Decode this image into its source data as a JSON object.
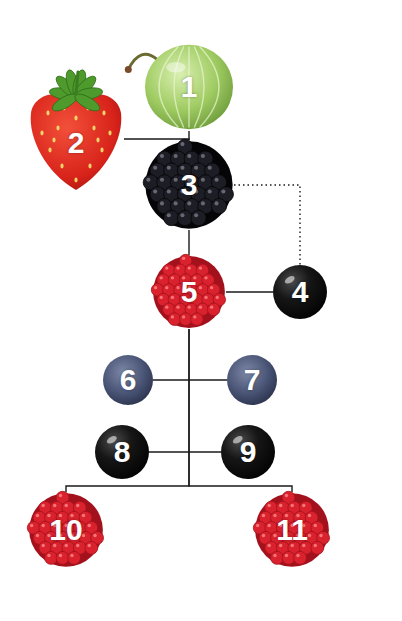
{
  "diagram": {
    "nodes": [
      {
        "text": [
          "1"
        ]
      },
      {
        "text": [
          "2"
        ]
      },
      {
        "text": [
          "3"
        ]
      },
      {
        "text": [
          "4"
        ]
      },
      {
        "text": [
          "5"
        ]
      },
      {
        "text": [
          "6"
        ]
      },
      {
        "text": [
          "7"
        ]
      },
      {
        "text": [
          "8"
        ]
      },
      {
        "text": [
          "9"
        ]
      },
      {
        "text": [
          "10"
        ]
      },
      {
        "text": [
          "11"
        ]
      }
    ],
    "edges": [
      {
        "from": 0,
        "to": 2,
        "arrow": "none"
      },
      {
        "from": 1,
        "to": 2,
        "arrow": "none"
      },
      {
        "from": 2,
        "to": 3,
        "arrow": "none"
      },
      {
        "from": 2,
        "to": 4,
        "arrow": "none"
      },
      {
        "from": 4,
        "to": 3,
        "arrow": "none"
      },
      {
        "from": 5,
        "to": 6,
        "arrow": "none"
      },
      {
        "from": 7,
        "to": 8,
        "arrow": "none"
      },
      {
        "from": 4,
        "to": 9,
        "arrow": "none"
      },
      {
        "from": 4,
        "to": 10,
        "arrow": "none"
      }
    ]
  }
}
